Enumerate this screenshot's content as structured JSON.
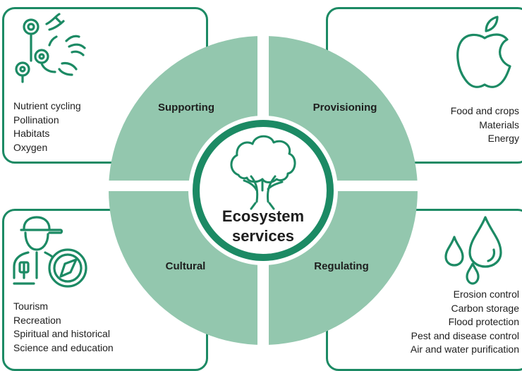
{
  "center": {
    "line1": "Ecosystem",
    "line2": "services"
  },
  "quadrants": {
    "supporting": "Supporting",
    "provisioning": "Provisioning",
    "cultural": "Cultural",
    "regulating": "Regulating"
  },
  "boxes": {
    "supporting_items": [
      "Nutrient cycling",
      "Pollination",
      "Habitats",
      "Oxygen"
    ],
    "provisioning_items": [
      "Food and crops",
      "Materials",
      "Energy"
    ],
    "cultural_items": [
      "Tourism",
      "Recreation",
      "Spiritual and historical",
      "Science and education"
    ],
    "regulating_items": [
      "Erosion control",
      "Carbon storage",
      "Flood protection",
      "Pest and disease control",
      "Air and water purification"
    ]
  },
  "icons": {
    "supporting": "flowers-icon",
    "provisioning": "apple-icon",
    "cultural": "hiker-compass-icon",
    "regulating": "water-drops-icon",
    "center": "tree-icon"
  },
  "colors": {
    "primary": "#1c8a64",
    "quadrant": "#93c7ae",
    "text": "#1e1e1e"
  }
}
